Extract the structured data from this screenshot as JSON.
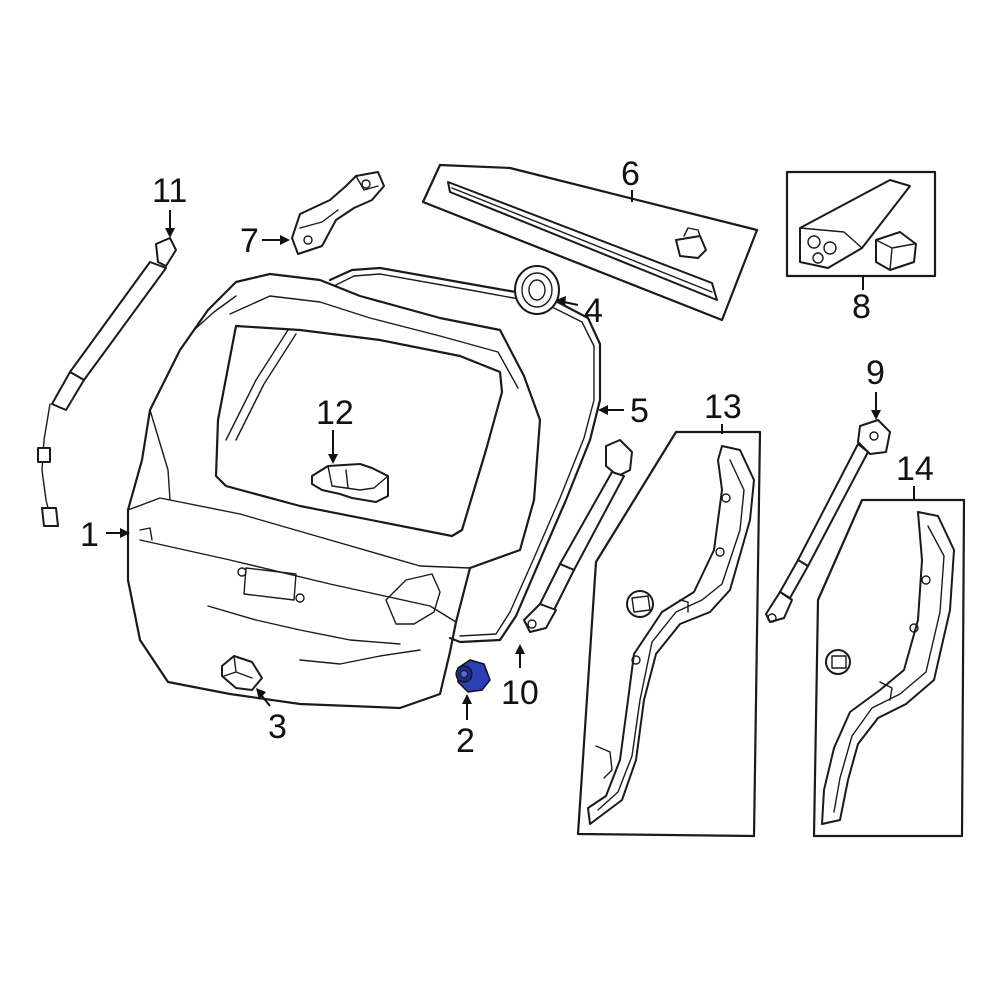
{
  "diagram": {
    "callouts": {
      "c1": "1",
      "c2": "2",
      "c3": "3",
      "c4": "4",
      "c5": "5",
      "c6": "6",
      "c7": "7",
      "c8": "8",
      "c9": "9",
      "c10": "10",
      "c11": "11",
      "c12": "12",
      "c13": "13",
      "c14": "14"
    },
    "highlight_color": "#2d3fb5"
  }
}
